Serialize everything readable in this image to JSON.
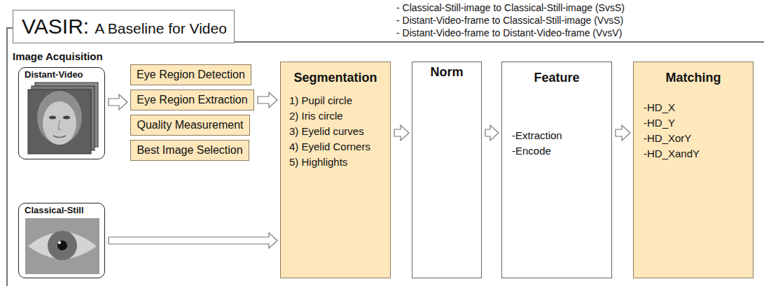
{
  "diagram": {
    "nodes": [
      {
        "text": [
          "VASIR:",
          "A Baseline for Video"
        ]
      },
      {
        "text": [
          "Distant-Video"
        ]
      },
      {
        "text": [
          "Classical-Still"
        ]
      },
      {
        "text": [
          "Eye Region Detection"
        ]
      },
      {
        "text": [
          "Eye Region Extraction"
        ]
      },
      {
        "text": [
          "Quality Measurement"
        ]
      },
      {
        "text": [
          "Best Image Selection"
        ]
      },
      {
        "text": [
          "Segmentation",
          "1) Pupil circle",
          "2) Iris circle",
          "3) Eyelid curves",
          "4) Eyelid Corners",
          "5) Highlights"
        ]
      },
      {
        "text": [
          "Norm"
        ]
      },
      {
        "text": [
          "Feature",
          "-Extraction",
          "-Encode"
        ]
      },
      {
        "text": [
          "Matching",
          "-HD_X",
          "-HD_Y",
          "-HD_XorY",
          "-HD_XandY"
        ]
      }
    ],
    "edges": [
      {
        "from": 1,
        "to": 4,
        "arrow": "to"
      },
      {
        "from": 4,
        "to": 7,
        "arrow": "to"
      },
      {
        "from": 2,
        "to": 7,
        "arrow": "to"
      },
      {
        "from": 7,
        "to": 8,
        "arrow": "to"
      },
      {
        "from": 8,
        "to": 9,
        "arrow": "to"
      },
      {
        "from": 9,
        "to": 10,
        "arrow": "to"
      }
    ],
    "labels": [
      "- Classical-Still-image to Classical-Still-image (SvsS)",
      "- Distant-Video-frame to Classical-Still-image (VvsS)",
      "- Distant-Video-frame to Distant-Video-frame (VvsV)",
      "Image Acquisition"
    ]
  }
}
